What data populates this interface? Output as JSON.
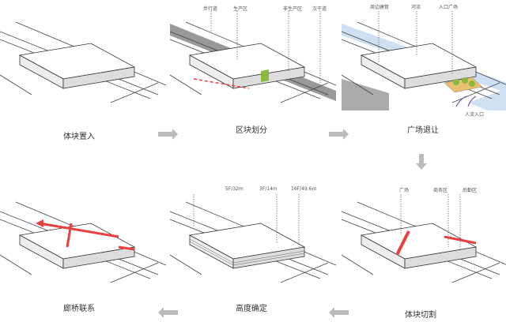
{
  "steps": [
    {
      "caption": "体块置入",
      "labels": []
    },
    {
      "caption": "区块划分",
      "labels": [
        "步行道",
        "生产区",
        "非生产区",
        "次干道"
      ]
    },
    {
      "caption": "广场退让",
      "labels": [
        "周边建筑",
        "河流",
        "入口广场",
        "人流入口"
      ]
    },
    {
      "caption": "体块切割",
      "labels": [
        "广场",
        "商务区",
        "后勤区"
      ]
    },
    {
      "caption": "高度确定",
      "labels": [
        "5F/32m",
        "3F/14m",
        "16F/49.6m"
      ]
    },
    {
      "caption": "廊桥联系",
      "labels": []
    }
  ],
  "colors": {
    "accent": "#e8403f",
    "river": "#cfe0f3",
    "green": "#8ab840",
    "arrow": "#bbbbbb",
    "pedestrian": "#6a4fb0"
  }
}
